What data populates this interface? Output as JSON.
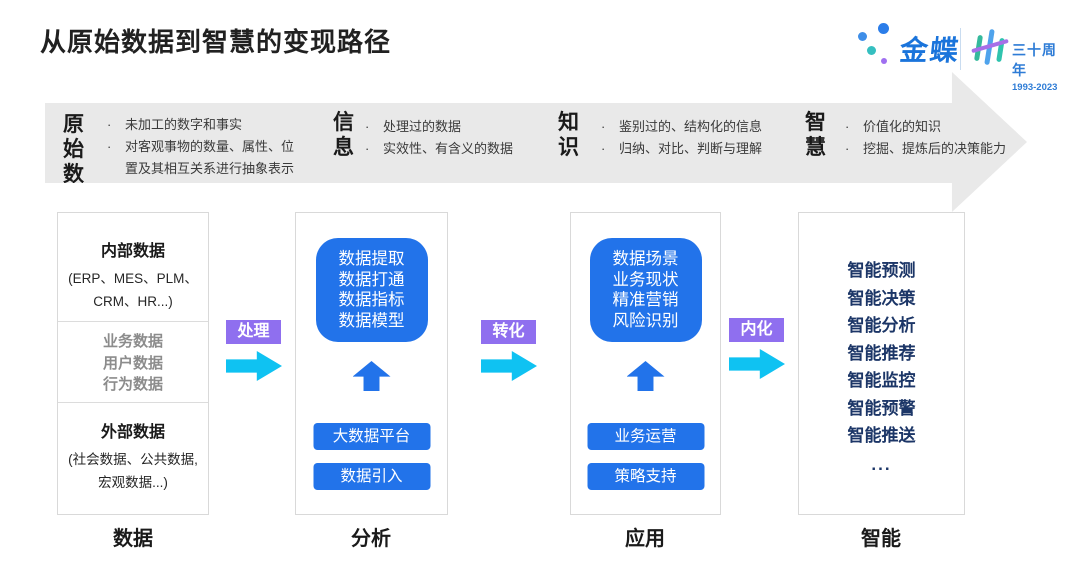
{
  "title": "从原始数据到智慧的变现路径",
  "logo": {
    "brand": "金蝶",
    "anniversary": "三十周年",
    "years": "1993-2023"
  },
  "colors": {
    "primary_blue": "#2273EA",
    "navy_text": "#1C3667",
    "purple_label": "#8F6FEF",
    "cyan_arrow": "#0FC2F2",
    "banner_gray": "#E9E9E9",
    "logo_blue": "#1A74DB",
    "logo_teal": "#35B99C",
    "logo_purple": "#A76FE8"
  },
  "banner": {
    "stages": [
      {
        "label_lines": [
          "原始",
          "数据"
        ],
        "bullets": [
          "未加工的数字和事实",
          "对客观事物的数量、属性、位置及其相互关系进行抽象表示"
        ]
      },
      {
        "label_lines": [
          "信",
          "息"
        ],
        "bullets": [
          "处理过的数据",
          "实效性、有含义的数据"
        ]
      },
      {
        "label_lines": [
          "知",
          "识"
        ],
        "bullets": [
          "鉴别过的、结构化的信息",
          "归纳、对比、判断与理解"
        ]
      },
      {
        "label_lines": [
          "智",
          "慧"
        ],
        "bullets": [
          "价值化的知识",
          "挖掘、提炼后的决策能力"
        ]
      }
    ]
  },
  "columns": [
    {
      "footer": "数据",
      "internal": {
        "heading": "内部数据",
        "detail": "(ERP、MES、PLM、CRM、HR...)"
      },
      "middle_items": [
        "业务数据",
        "用户数据",
        "行为数据"
      ],
      "external": {
        "heading": "外部数据",
        "detail": "(社会数据、公共数据, 宏观数据...)"
      }
    },
    {
      "footer": "分析",
      "card_lines": [
        "数据提取",
        "数据打通",
        "数据指标",
        "数据模型"
      ],
      "buttons": [
        "大数据平台",
        "数据引入"
      ]
    },
    {
      "footer": "应用",
      "card_lines": [
        "数据场景",
        "业务现状",
        "精准营销",
        "风险识别"
      ],
      "buttons": [
        "业务运营",
        "策略支持"
      ]
    },
    {
      "footer": "智能",
      "items": [
        "智能预测",
        "智能决策",
        "智能分析",
        "智能推荐",
        "智能监控",
        "智能预警",
        "智能推送"
      ],
      "more": "..."
    }
  ],
  "connectors": [
    {
      "label": "处理"
    },
    {
      "label": "转化"
    },
    {
      "label": "内化"
    }
  ]
}
